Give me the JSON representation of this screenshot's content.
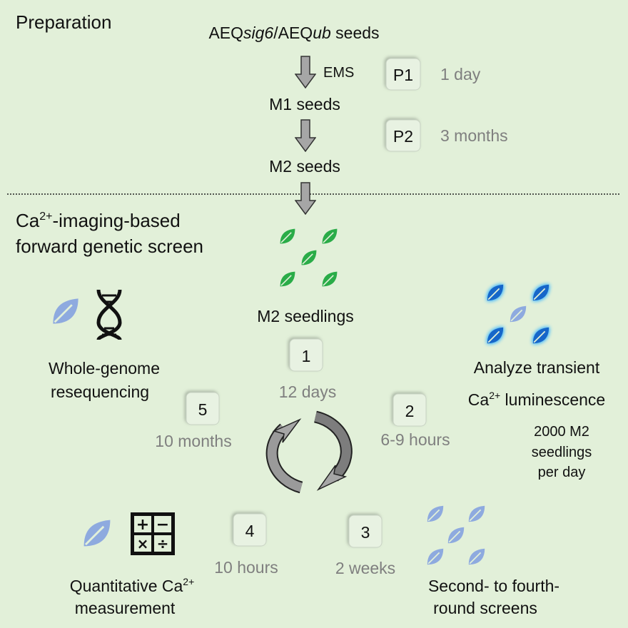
{
  "colors": {
    "background": "#e2f0d9",
    "arrow": "#a6a6a6",
    "green_leaf": "#2aac48",
    "glow_leaf": "#1766c9",
    "light_leaf": "#8eaadf",
    "duration_text": "#7f7f7f"
  },
  "preparation": {
    "title": "Preparation",
    "start_prefix": "AEQ",
    "start_italic1": "sig6",
    "start_mid": "/AEQ",
    "start_italic2": "ub",
    "start_suffix": " seeds",
    "mutagen": "EMS",
    "m1": "M1 seeds",
    "m2": "M2 seeds",
    "steps": [
      {
        "label": "P1",
        "duration": "1 day"
      },
      {
        "label": "P2",
        "duration": "3 months"
      }
    ]
  },
  "screen": {
    "title_line1_a": "Ca",
    "title_line1_sup": "2+",
    "title_line1_b": "-imaging-based",
    "title_line2": "forward genetic screen",
    "seedlings": "M2 seedlings",
    "steps": [
      {
        "label": "1",
        "duration": "12 days"
      },
      {
        "label": "2",
        "duration": "6-9 hours"
      },
      {
        "label": "3",
        "duration": "2 weeks"
      },
      {
        "label": "4",
        "duration": "10 hours"
      },
      {
        "label": "5",
        "duration": "10 months"
      }
    ],
    "analyze_line1": "Analyze transient",
    "analyze_line2_a": "Ca",
    "analyze_line2_sup": "2+",
    "analyze_line2_b": " luminescence",
    "rate_line1": "2000 M2",
    "rate_line2": "seedlings",
    "rate_line3": "per day",
    "rescreen_line1": "Second- to fourth-",
    "rescreen_line2": "round screens",
    "quant_line1_a": "Quantitative Ca",
    "quant_line1_sup": "2+",
    "quant_line2": "measurement",
    "wgs_line1": "Whole-genome",
    "wgs_line2": "resequencing"
  },
  "icons": [
    "down-arrow-icon",
    "leaf-icon",
    "dna-icon",
    "calculator-icon",
    "cycle-arrows-icon"
  ]
}
